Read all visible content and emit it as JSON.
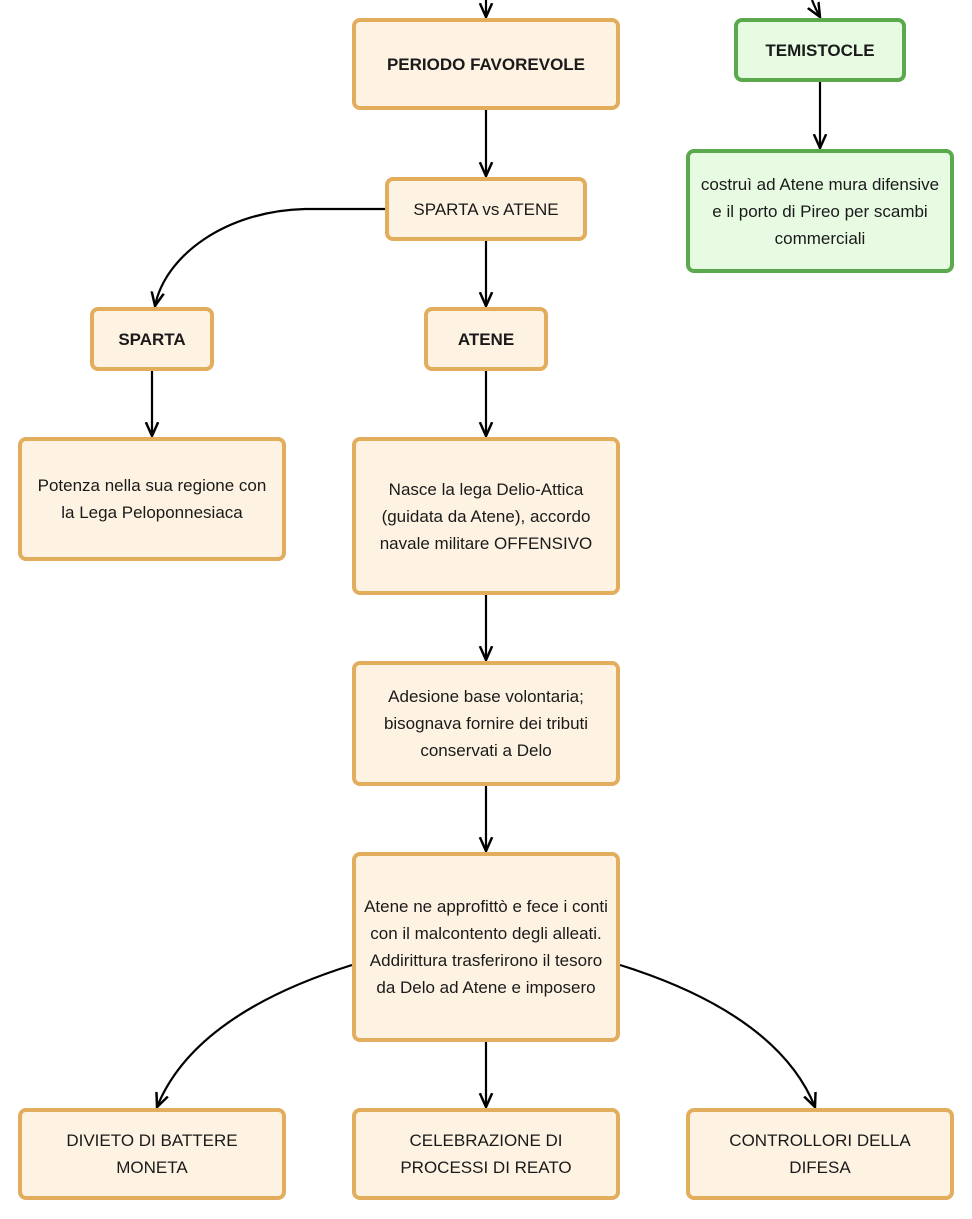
{
  "nodes": {
    "periodo": "PERIODO FAVOREVOLE",
    "temistocle": "TEMISTOCLE",
    "temistocle_desc": "costruì ad Atene mura difensive e il porto di Pireo per scambi commerciali",
    "sparta_vs_atene": "SPARTA vs ATENE",
    "sparta": "SPARTA",
    "atene": "ATENE",
    "sparta_desc": "Potenza nella sua regione con la Lega Peloponnesiaca",
    "lega_delio": "Nasce la lega Delio-Attica (guidata da Atene), accordo navale militare OFFENSIVO",
    "adesione": "Adesione base volontaria; bisognava fornire dei tributi conservati a Delo",
    "approfitto": "Atene ne approfittò e fece i conti con il malcontento degli alleati. Addirittura trasferirono il tesoro da Delo ad Atene e imposero",
    "divieto": "DIVIETO DI BATTERE MONETA",
    "celebrazione": "CELEBRAZIONE DI PROCESSI DI REATO",
    "controllori": "CONTROLLORI DELLA DIFESA"
  },
  "colors": {
    "orange_border": "#e2ae5e",
    "orange_fill": "#fef3e2",
    "green_border": "#5aa94c",
    "green_fill": "#e7fbe3",
    "connector": "#000000"
  }
}
